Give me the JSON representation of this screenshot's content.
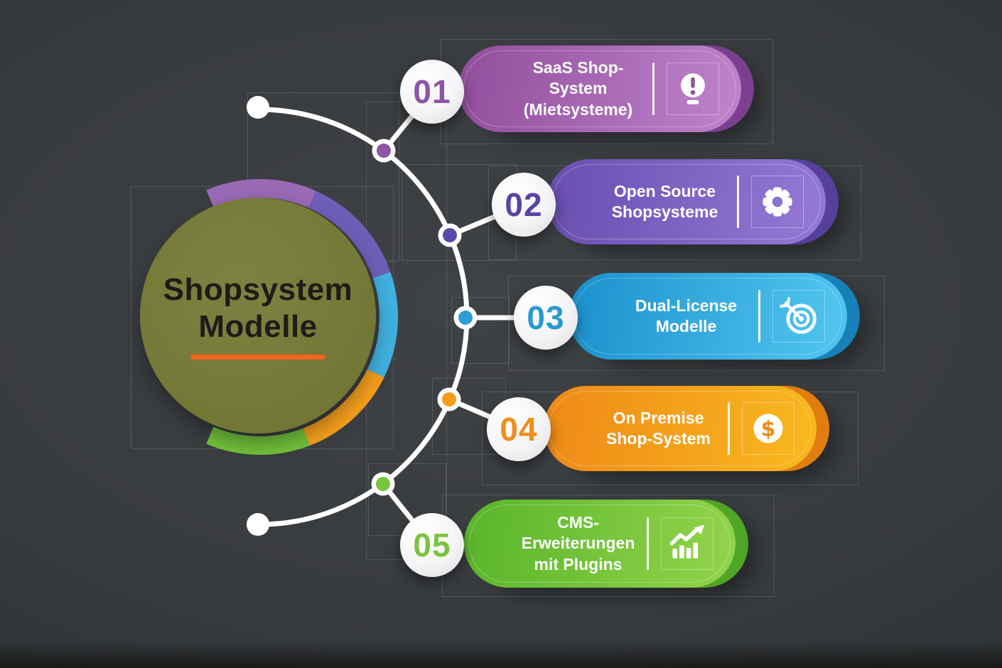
{
  "background": {
    "base_color": "#3a3d40",
    "vignette_color": "#232527",
    "faint_line_color": "rgba(255,255,255,0.13)"
  },
  "center": {
    "title_line1": "Shopsystem",
    "title_line2": "Modelle",
    "circle_color": "#757a38",
    "underline_color": "#f2641f",
    "text_color": "#1d1c18"
  },
  "ring": {
    "segments": [
      {
        "name": "saas",
        "color": "#9a6ab7"
      },
      {
        "name": "open-source",
        "color": "#6f5eb8"
      },
      {
        "name": "dual-license",
        "color": "#41b1e0"
      },
      {
        "name": "on-premise",
        "color": "#f59e1c"
      },
      {
        "name": "cms",
        "color": "#74c43c"
      }
    ]
  },
  "connector": {
    "line_color": "#ffffff",
    "dot_ring_color": "#ffffff"
  },
  "items": [
    {
      "number": "01",
      "label_line1": "SaaS Shop-System",
      "label_line2": "(Mietsysteme)",
      "icon": "lightbulb-exclamation-icon",
      "colors": {
        "grad_start": "#94519f",
        "grad_end": "#bc81c9",
        "back": "#7c3f8f",
        "number": "#8b54a4",
        "dot": "#8e55a6"
      }
    },
    {
      "number": "02",
      "label_line1": "Open Source",
      "label_line2": "Shopsysteme",
      "icon": "gear-icon",
      "colors": {
        "grad_start": "#6a51b2",
        "grad_end": "#9377d4",
        "back": "#55409c",
        "number": "#5b43a6",
        "dot": "#5b49a8"
      }
    },
    {
      "number": "03",
      "label_line1": "Dual-License",
      "label_line2": "Modelle",
      "icon": "target-arrow-icon",
      "colors": {
        "grad_start": "#1d94cf",
        "grad_end": "#4fc3ee",
        "back": "#1780b8",
        "number": "#2a9ad2",
        "dot": "#2d9fd6"
      }
    },
    {
      "number": "04",
      "label_line1": "On Premise",
      "label_line2": "Shop-System",
      "icon": "dollar-coin-icon",
      "colors": {
        "grad_start": "#ef8c17",
        "grad_end": "#f8b61f",
        "back": "#df7d0e",
        "number": "#ef8d1d",
        "dot": "#f49d1c"
      }
    },
    {
      "number": "05",
      "label_line1": "CMS-Erweiterungen",
      "label_line2": "mit Plugins",
      "icon": "growth-chart-icon",
      "colors": {
        "grad_start": "#5cb72c",
        "grad_end": "#90d24a",
        "back": "#4fa526",
        "number": "#7cc43f",
        "dot": "#77c43e"
      }
    }
  ]
}
